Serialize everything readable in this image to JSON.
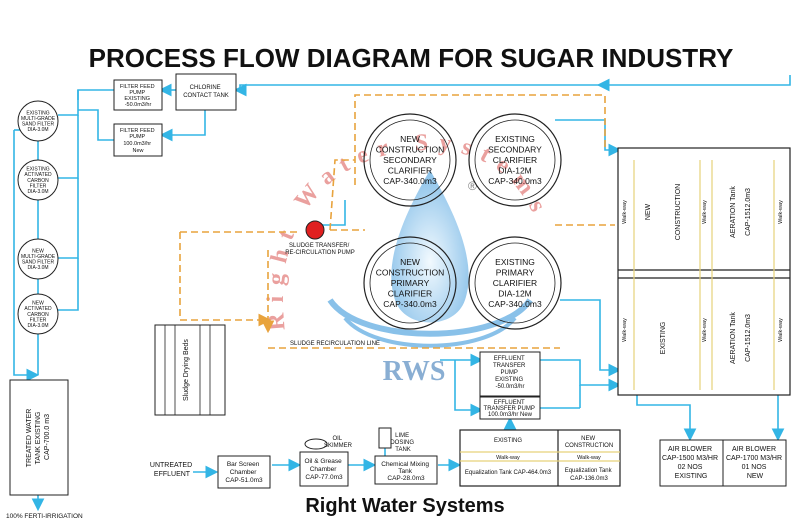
{
  "title": "PROCESS FLOW DIAGRAM FOR SUGAR INDUSTRY",
  "footer": "Right Water Systems",
  "bottom_left_note": "100% FERTI-IRRIGATION",
  "watermark": {
    "arc_text": "Right Water Systems",
    "logo_text": "RWS",
    "registered_mark": "®"
  },
  "colors": {
    "water_line": "#33b5e5",
    "sludge_line": "#e8a33d",
    "aeration_line": "#e6d27a",
    "pump_red": "#e02020",
    "watermark_blue": "#2a8fd8",
    "watermark_red": "#d9534f"
  },
  "filters": [
    [
      "EXISTING",
      "MULTI-GRADE",
      "SAND FILTER",
      "DIA-3.0M"
    ],
    [
      "EXISTING",
      "ACTIVATED",
      "CARBON",
      "FILTER",
      "DIA-3.0M"
    ],
    [
      "NEW",
      "MULTI-GRADE",
      "SAND FILTER",
      "DIA-3.0M"
    ],
    [
      "NEW",
      "ACTIVATED",
      "CARBON",
      "FILTER",
      "DIA-3.0M"
    ]
  ],
  "filter_feed_pumps": [
    [
      "FILTER FEED",
      "PUMP",
      "EXISTING",
      "-50.0m3/hr"
    ],
    [
      "FILTER FEED",
      "PUMP",
      "100.0m3/hr",
      "New"
    ]
  ],
  "chlorine_tank": [
    "CHLORINE",
    "CONTACT TANK"
  ],
  "clarifiers": [
    [
      "NEW",
      "CONSTRUCTION",
      "SECONDARY",
      "CLARIFIER",
      "CAP-340.0m3"
    ],
    [
      "EXISTING",
      "SECONDARY",
      "CLARIFIER",
      "DIA-12M",
      "CAP-340.0m3"
    ],
    [
      "NEW",
      "CONSTRUCTION",
      "PRIMARY",
      "CLARIFIER",
      "CAP-340.0m3"
    ],
    [
      "EXISTING",
      "PRIMARY",
      "CLARIFIER",
      "DIA-12M",
      "CAP-340.0m3"
    ]
  ],
  "sludge_pump": [
    "SLUDGE TRANSFER/",
    "RE-CIRCULATION PUMP"
  ],
  "sludge_recirculation_line": "SLUDGE RECIRCULATION LINE",
  "sludge_beds": "Sludge Drying Beds",
  "treated_tank": [
    "TREATED WATER",
    "TANK EXISTING",
    "CAP-700.0 m3"
  ],
  "effluent_pumps": [
    [
      "EFFLUENT",
      "TRANSFER",
      "PUMP",
      "EXISTING",
      "-50.0m3/hr"
    ],
    [
      "EFFLUENT",
      "TRANSFER PUMP",
      "100.0m3/hr New"
    ]
  ],
  "aeration": {
    "walkway": "Walk-way",
    "new_label": "NEW",
    "construction_label": "CONSTRUCTION",
    "existing_label": "EXISTING",
    "tank_label": "AERATION Tank",
    "tank_cap": "CAP-1512.0m3"
  },
  "untreated_effluent": [
    "UNTREATED",
    "EFFLUENT"
  ],
  "bar_screen": [
    "Bar Screen",
    "Chamber",
    "CAP-51.0m3"
  ],
  "oil_skimmer": [
    "OIL",
    "SKIMMER"
  ],
  "oil_grease": [
    "Oil & Grease",
    "Chamber",
    "CAP-77.0m3"
  ],
  "lime_tank": [
    "LIME",
    "DOSING",
    "TANK"
  ],
  "mixing_tank": [
    "Chemical Mixing",
    "Tank",
    "CAP-28.0m3"
  ],
  "equalization": {
    "existing_label": "EXISTING",
    "new_label": [
      "NEW",
      "CONSTRUCTION"
    ],
    "walkway": "Walk-way",
    "existing_cap": "Equalization Tank CAP-464.0m3",
    "new_cap": [
      "Equalization Tank",
      "CAP-136.0m3"
    ]
  },
  "blowers": [
    [
      "AIR BLOWER",
      "CAP-1500 M3/HR",
      "02 NOS",
      "EXISTING"
    ],
    [
      "AIR BLOWER",
      "CAP-1700 M3/HR",
      "01 NOS",
      "NEW"
    ]
  ]
}
